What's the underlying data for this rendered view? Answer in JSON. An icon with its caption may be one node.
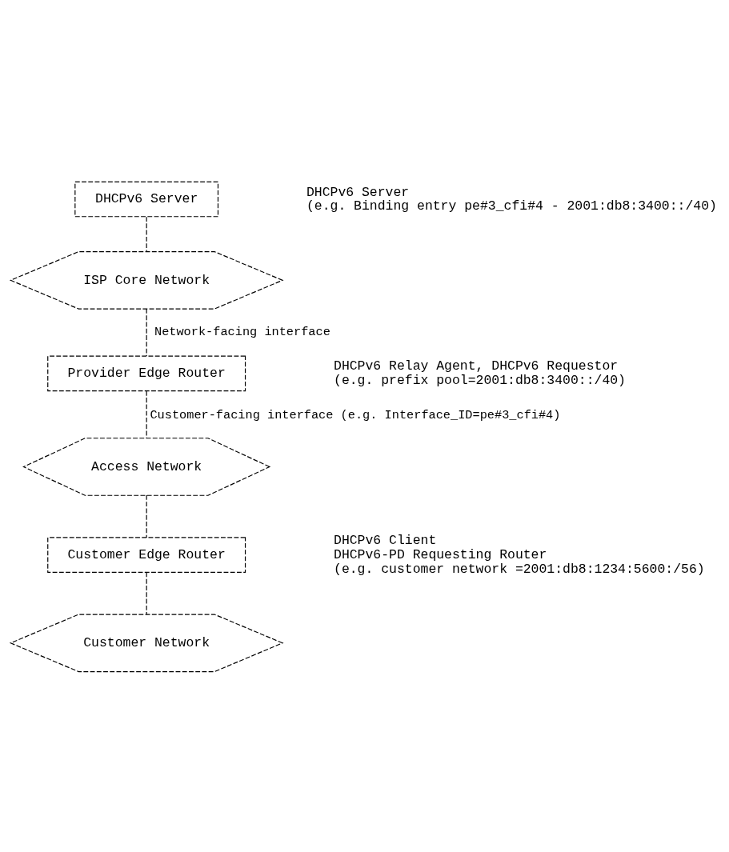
{
  "diagram": {
    "nodes": [
      {
        "text": [
          "DHCPv6 Server"
        ],
        "beside": [
          "DHCPv6 Server",
          "(e.g. Binding entry pe#3_cfi#4 - 2001:db8:3400::/40)"
        ]
      },
      {
        "text": [
          "ISP Core Network"
        ]
      },
      {
        "text": [
          "Provider Edge Router"
        ],
        "beside": [
          "DHCPv6 Relay Agent, DHCPv6 Requestor",
          "(e.g. prefix pool=2001:db8:3400::/40)"
        ]
      },
      {
        "text": [
          "Access Network"
        ]
      },
      {
        "text": [
          "Customer Edge Router"
        ],
        "beside": [
          "DHCPv6 Client",
          "DHCPv6-PD Requesting Router",
          "(e.g. customer network =2001:db8:1234:5600:/56)"
        ]
      },
      {
        "text": [
          "Customer Network"
        ]
      }
    ],
    "edges": [
      {
        "from": 0,
        "to": 1,
        "arrow": "none"
      },
      {
        "from": 1,
        "to": 2,
        "arrow": "none",
        "label": "Network-facing interface"
      },
      {
        "from": 2,
        "to": 3,
        "arrow": "none",
        "label": "Customer-facing interface (e.g. Interface_ID=pe#3_cfi#4)"
      },
      {
        "from": 3,
        "to": 4,
        "arrow": "none"
      },
      {
        "from": 4,
        "to": 5,
        "arrow": "none"
      }
    ]
  }
}
